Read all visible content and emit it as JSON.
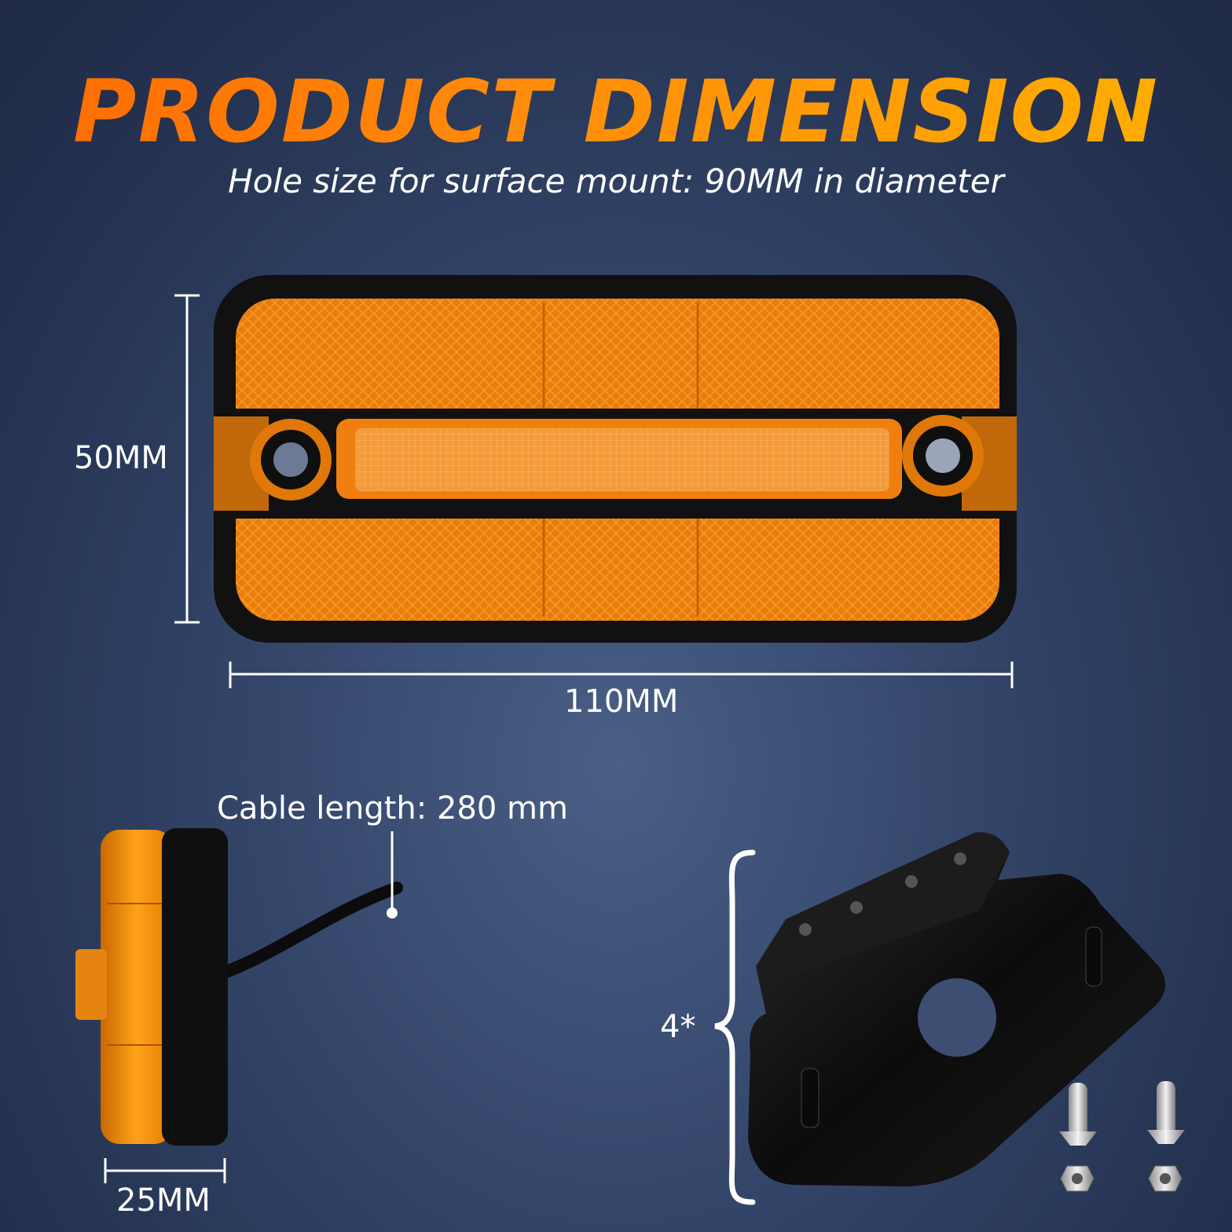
{
  "header": {
    "title": "PRODUCT DIMENSION",
    "subtitle": "Hole size for surface mount: 90MM in diameter"
  },
  "dimensions": {
    "height_label": "50MM",
    "width_label": "110MM",
    "cable_label": "Cable length: 280 mm",
    "depth_label": "25MM",
    "bracket_qty_label": "4*"
  },
  "colors": {
    "title_gradient_start": "#ff6a00",
    "title_gradient_end": "#ffb000",
    "lens_amber": "#f08a14",
    "housing_black": "#111111",
    "background": "#34466a"
  }
}
